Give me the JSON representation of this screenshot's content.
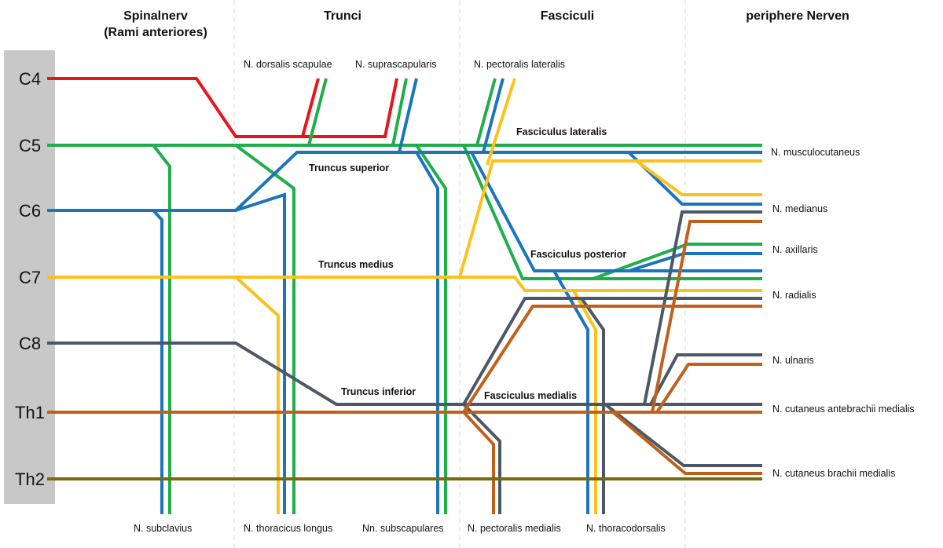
{
  "headers": {
    "spinal_line1": "Spinalnerv",
    "spinal_line2": "(Rami anteriores)",
    "trunci": "Trunci",
    "fasciculi": "Fasciculi",
    "peripheral": "periphere Nerven"
  },
  "segments": [
    "C4",
    "C5",
    "C6",
    "C7",
    "C8",
    "Th1",
    "Th2"
  ],
  "colors": {
    "C4": "#e8141b",
    "C5": "#1fae4b",
    "C6": "#1b75bc",
    "C7": "#fcc21b",
    "C8": "#4c5868",
    "Th1": "#c0601b",
    "Th2": "#7a6a0f",
    "sidebar": "#c8c8c8",
    "divider": "#cfcfcf"
  },
  "labels": {
    "top": {
      "dorsalis_scapulae": "N. dorsalis scapulae",
      "suprascapularis": "N. suprascapularis",
      "pectoralis_lateralis": "N. pectoralis lateralis"
    },
    "bottom": {
      "subclavius": "N. subclavius",
      "thoracicus_longus": "N. thoracicus longus",
      "subscapulares": "Nn. subscapulares",
      "pectoralis_medialis": "N. pectoralis medialis",
      "thoracodorsalis": "N. thoracodorsalis"
    },
    "structures": {
      "truncus_superior": "Truncus superior",
      "truncus_medius": "Truncus medius",
      "truncus_inferior": "Truncus inferior",
      "fasc_lateralis": "Fasciculus lateralis",
      "fasc_posterior": "Fasciculus posterior",
      "fasc_medialis": "Fasciculus medialis"
    },
    "nerves": {
      "musculocutaneus": "N. musculocutaneus",
      "medianus": "N. medianus",
      "axillaris": "N. axillaris",
      "radialis": "N. radialis",
      "ulnaris": "N. ulnaris",
      "cut_antebrachii": "N. cutaneus antebrachii medialis",
      "cut_brachii": "N. cutaneus brachii medialis"
    }
  }
}
